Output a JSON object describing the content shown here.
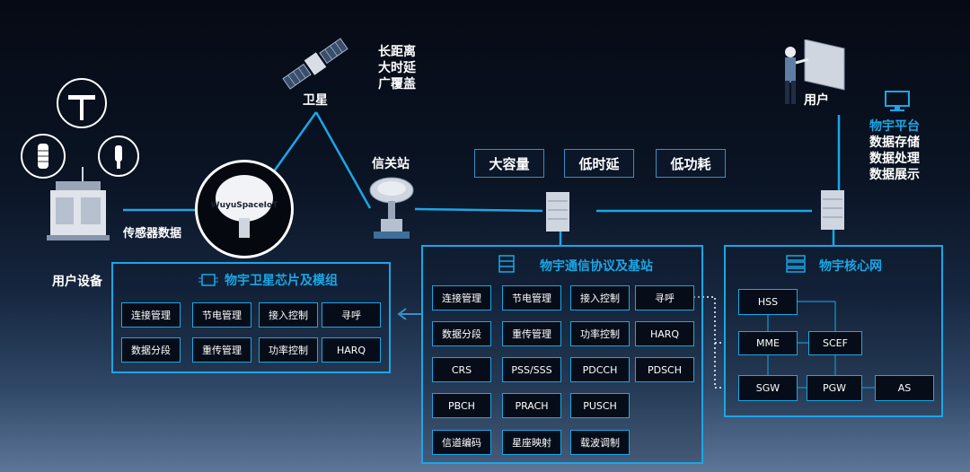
{
  "labels": {
    "satellite": "卫星",
    "sat_features": [
      "长距离",
      "大时延",
      "广覆盖"
    ],
    "gateway": "信关站",
    "user_device": "用户设备",
    "sensor_data": "传感器数据",
    "module_brand": "WuyuSpaceIoT",
    "user": "用户",
    "platform_title": "物宇平台",
    "platform_items": [
      "数据存储",
      "数据处理",
      "数据展示"
    ]
  },
  "features": [
    "大容量",
    "低时延",
    "低功耗"
  ],
  "chip_module": {
    "title": "物宇卫星芯片及模组",
    "cells": [
      "连接管理",
      "节电管理",
      "接入控制",
      "寻呼",
      "数据分段",
      "重传管理",
      "功率控制",
      "HARQ"
    ]
  },
  "protocol": {
    "title": "物宇通信协议及基站",
    "cells": [
      "连接管理",
      "节电管理",
      "接入控制",
      "寻呼",
      "数据分段",
      "重传管理",
      "功率控制",
      "HARQ",
      "CRS",
      "PSS/SSS",
      "PDCCH",
      "PDSCH",
      "PBCH",
      "PRACH",
      "PUSCH",
      "信道编码",
      "星座映射",
      "载波调制"
    ]
  },
  "core_network": {
    "title": "物宇核心网",
    "nodes": {
      "hss": "HSS",
      "mme": "MME",
      "scef": "SCEF",
      "sgw": "SGW",
      "pgw": "PGW",
      "as": "AS"
    }
  },
  "colors": {
    "accent": "#1aa7e6",
    "background": "#060a14"
  }
}
